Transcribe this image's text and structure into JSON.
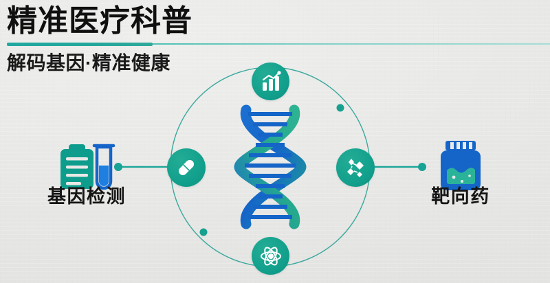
{
  "header": {
    "title": "精准医疗科普",
    "subtitle": "解码基因·精准健康",
    "accent_color": "#17a395",
    "title_color": "#101010"
  },
  "diagram": {
    "center": {
      "icon": "dna-helix-icon",
      "strand_teal": "#26a88a",
      "strand_blue": "#1565c8"
    },
    "orbit": {
      "color": "#1a9d8f",
      "dots": [
        {
          "name": "orbit-dot-upper-right"
        },
        {
          "name": "orbit-dot-lower-left"
        }
      ]
    },
    "nodes": [
      {
        "position": "top",
        "icon": "bar-chart-trend-icon",
        "color": "#12a08c"
      },
      {
        "position": "right",
        "icon": "molecule-diamonds-icon",
        "color": "#12a08c"
      },
      {
        "position": "bottom",
        "icon": "atom-icon",
        "color": "#12a08c"
      },
      {
        "position": "left",
        "icon": "pill-capsule-icon",
        "color": "#12a08c"
      }
    ],
    "sides": [
      {
        "key": "left",
        "label": "基因检测",
        "icon": "clipboard-testtube-icon",
        "clipboard_color": "#0e9d8c",
        "testtube_color": "#1565c8"
      },
      {
        "key": "right",
        "label": "靶向药",
        "icon": "medicine-bottle-icon",
        "bottle_color": "#1565c8",
        "liquid_color": "#2bb39a"
      }
    ],
    "connectors": [
      {
        "name": "connector-left",
        "dot_color": "#17a395",
        "line_color": "#1fa89b"
      },
      {
        "name": "connector-right",
        "dot_color": "#17a395",
        "line_color": "#1fa89b"
      }
    ]
  }
}
